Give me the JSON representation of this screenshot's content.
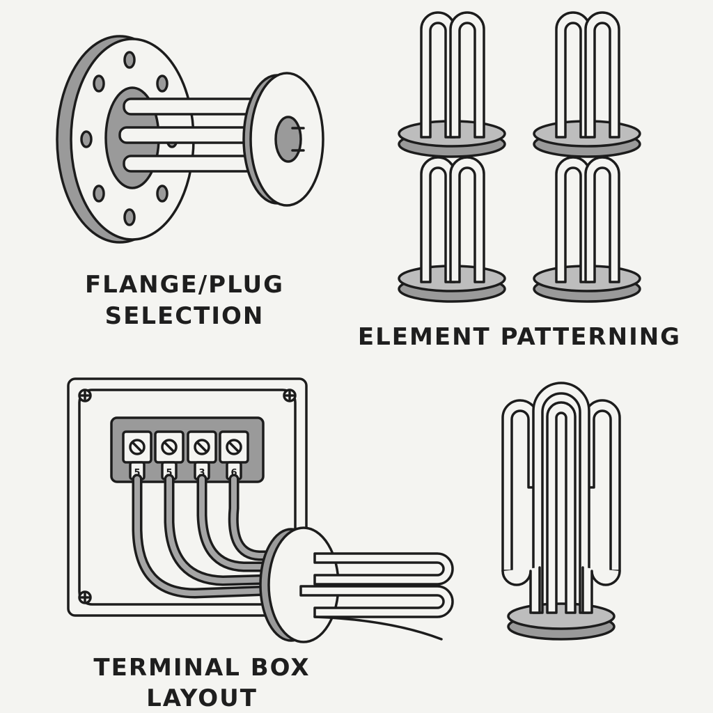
{
  "panels": [
    {
      "id": "flange-plug",
      "caption_lines": [
        "FLANGE/PLUG",
        "SELECTION"
      ]
    },
    {
      "id": "element-patterning",
      "caption_lines": [
        "ELEMENT PATTERNING"
      ]
    },
    {
      "id": "terminal-box",
      "caption_lines": [
        "TERMINAL BOX",
        "LAYOUT"
      ],
      "terminal_labels": [
        "5",
        "5",
        "3",
        "6"
      ]
    }
  ],
  "colors": {
    "ink": "#1c1c1c",
    "fill_dark": "#9a9a9a",
    "fill_light": "#bdbdbd",
    "background": "#f4f4f1"
  }
}
